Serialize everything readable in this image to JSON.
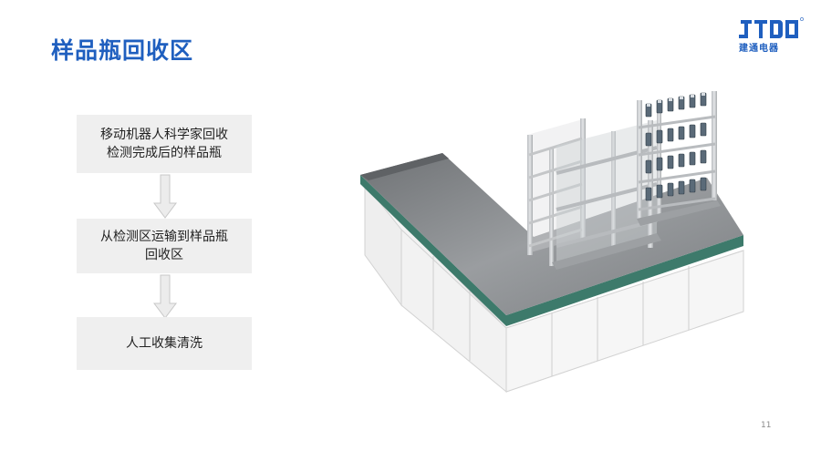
{
  "page": {
    "title": "样品瓶回收区",
    "page_number": "11"
  },
  "logo": {
    "mark": "JTDQ",
    "text": "建通电器"
  },
  "flow": {
    "steps": [
      {
        "line1": "移动机器人科学家回收",
        "line2": "检测完成后的样品瓶"
      },
      {
        "line1": "从检测区运输到样品瓶",
        "line2": "回收区"
      },
      {
        "line1": "人工收集清洗",
        "line2": ""
      }
    ]
  },
  "colors": {
    "title": "#1f5fbf",
    "box": "#efefef",
    "counter_edge": "#3d7a6b",
    "steel": "#8a8d90"
  }
}
